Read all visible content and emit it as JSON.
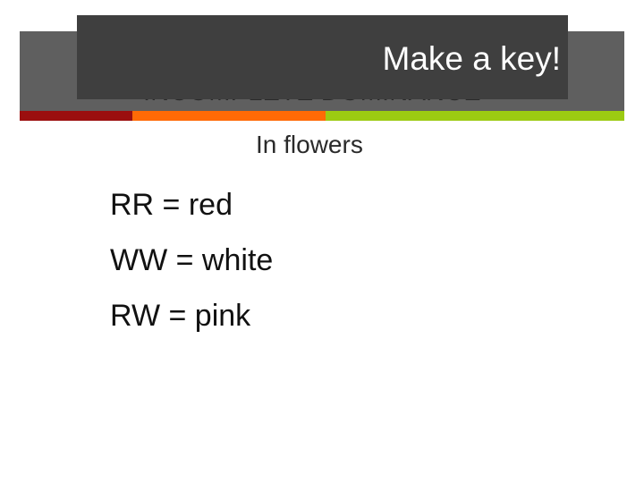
{
  "slide": {
    "overlay_label": "Make a key!",
    "title": "INCOMPLETE DOMINANCE",
    "subtitle": "In flowers",
    "key_items": [
      "RR = red",
      "WW = white",
      "RW = pink"
    ]
  },
  "colors": {
    "header_band": "#5f5f5f",
    "overlay_box": "#3f3f3f",
    "accent_red": "#9b0f0f",
    "accent_orange": "#ff6a06",
    "accent_green": "#9ccb12"
  }
}
